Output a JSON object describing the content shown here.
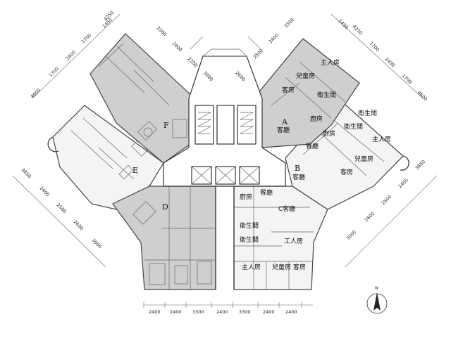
{
  "units": {
    "A": {
      "letter": "A",
      "living": "客廳",
      "guest": "客房",
      "kids": "兒童房",
      "master": "主人房",
      "bath": "衛生間",
      "kitchen": "廚房"
    },
    "B": {
      "letter": "B",
      "living": "客廳",
      "dining": "餐廳",
      "kitchen": "廚房",
      "bath": "衛生間",
      "master": "主人房",
      "kids": "兒童房",
      "guest": "客房"
    },
    "C": {
      "living": "C客廳",
      "dining": "餐廳",
      "kitchen": "廚房",
      "bath1": "衛生間",
      "bath2": "衛生間",
      "maid": "工人房",
      "master": "主人房",
      "kids": "兒童房",
      "guest": "客房"
    },
    "D": {
      "letter": "D"
    },
    "E": {
      "letter": "E"
    },
    "F": {
      "letter": "F"
    }
  },
  "dimensions": {
    "bottom": [
      "2400",
      "2400",
      "3300",
      "2400",
      "3300",
      "2400",
      "2400"
    ],
    "top_left": [
      "1450",
      "3300",
      "2400",
      "2350"
    ],
    "top_center": [
      "2600",
      "3000"
    ],
    "top_right": [
      "2500",
      "2400",
      "3300",
      "1450"
    ],
    "left_upper": [
      "4250",
      "1700",
      "2400",
      "1700",
      "4600"
    ],
    "left_lower": [
      "3850",
      "2400",
      "2500",
      "2600",
      "3000"
    ],
    "right_upper": [
      "4250",
      "1700",
      "2400",
      "1700",
      "4600"
    ],
    "right_lower": [
      "3850",
      "2400",
      "2500",
      "2600",
      "3000"
    ]
  },
  "north": {
    "label": "N"
  }
}
